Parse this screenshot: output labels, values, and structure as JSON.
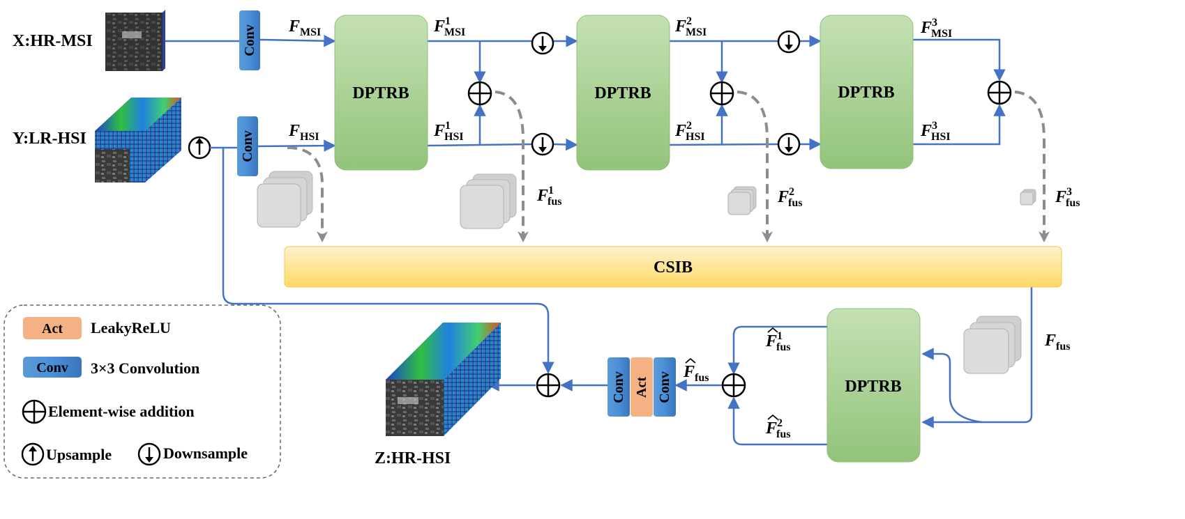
{
  "inputs": {
    "msi": "X:HR-MSI",
    "hsi": "Y:LR-HSI",
    "output": "Z:HR-HSI"
  },
  "blocks": {
    "conv": "Conv",
    "act": "Act",
    "dptrb": "DPTRB",
    "csib": "CSIB"
  },
  "features": {
    "F": "F",
    "msi_sub": "MSI",
    "hsi_sub": "HSI",
    "fus_sub": "fus",
    "sup1": "1",
    "sup2": "2",
    "sup3": "3"
  },
  "legend": {
    "act_label": "Act",
    "act_text": "LeakyReLU",
    "conv_label": "Conv",
    "conv_text": "3×3 Convolution",
    "add_text": "Element-wise addition",
    "up_text": "Upsample",
    "down_text": "Downsample"
  },
  "colors": {
    "wire": "#4472c4",
    "conv": "#4f8fd6",
    "act": "#f4b183",
    "dptrb": "#a9d08e",
    "csib": "#ffd966",
    "dashed": "#8c8c8c"
  }
}
